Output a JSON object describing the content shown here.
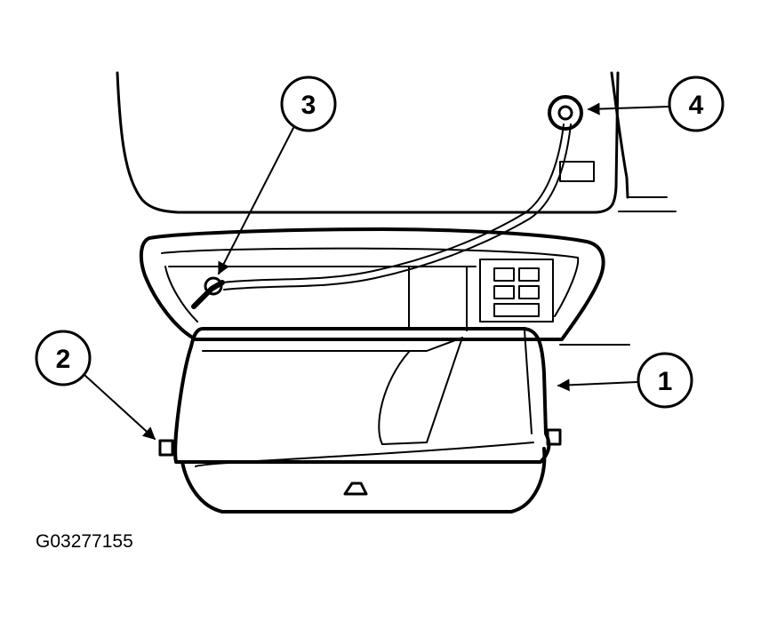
{
  "figure_id": "G03277155",
  "callouts": [
    {
      "label": "1"
    },
    {
      "label": "2"
    },
    {
      "label": "3"
    },
    {
      "label": "4"
    }
  ]
}
